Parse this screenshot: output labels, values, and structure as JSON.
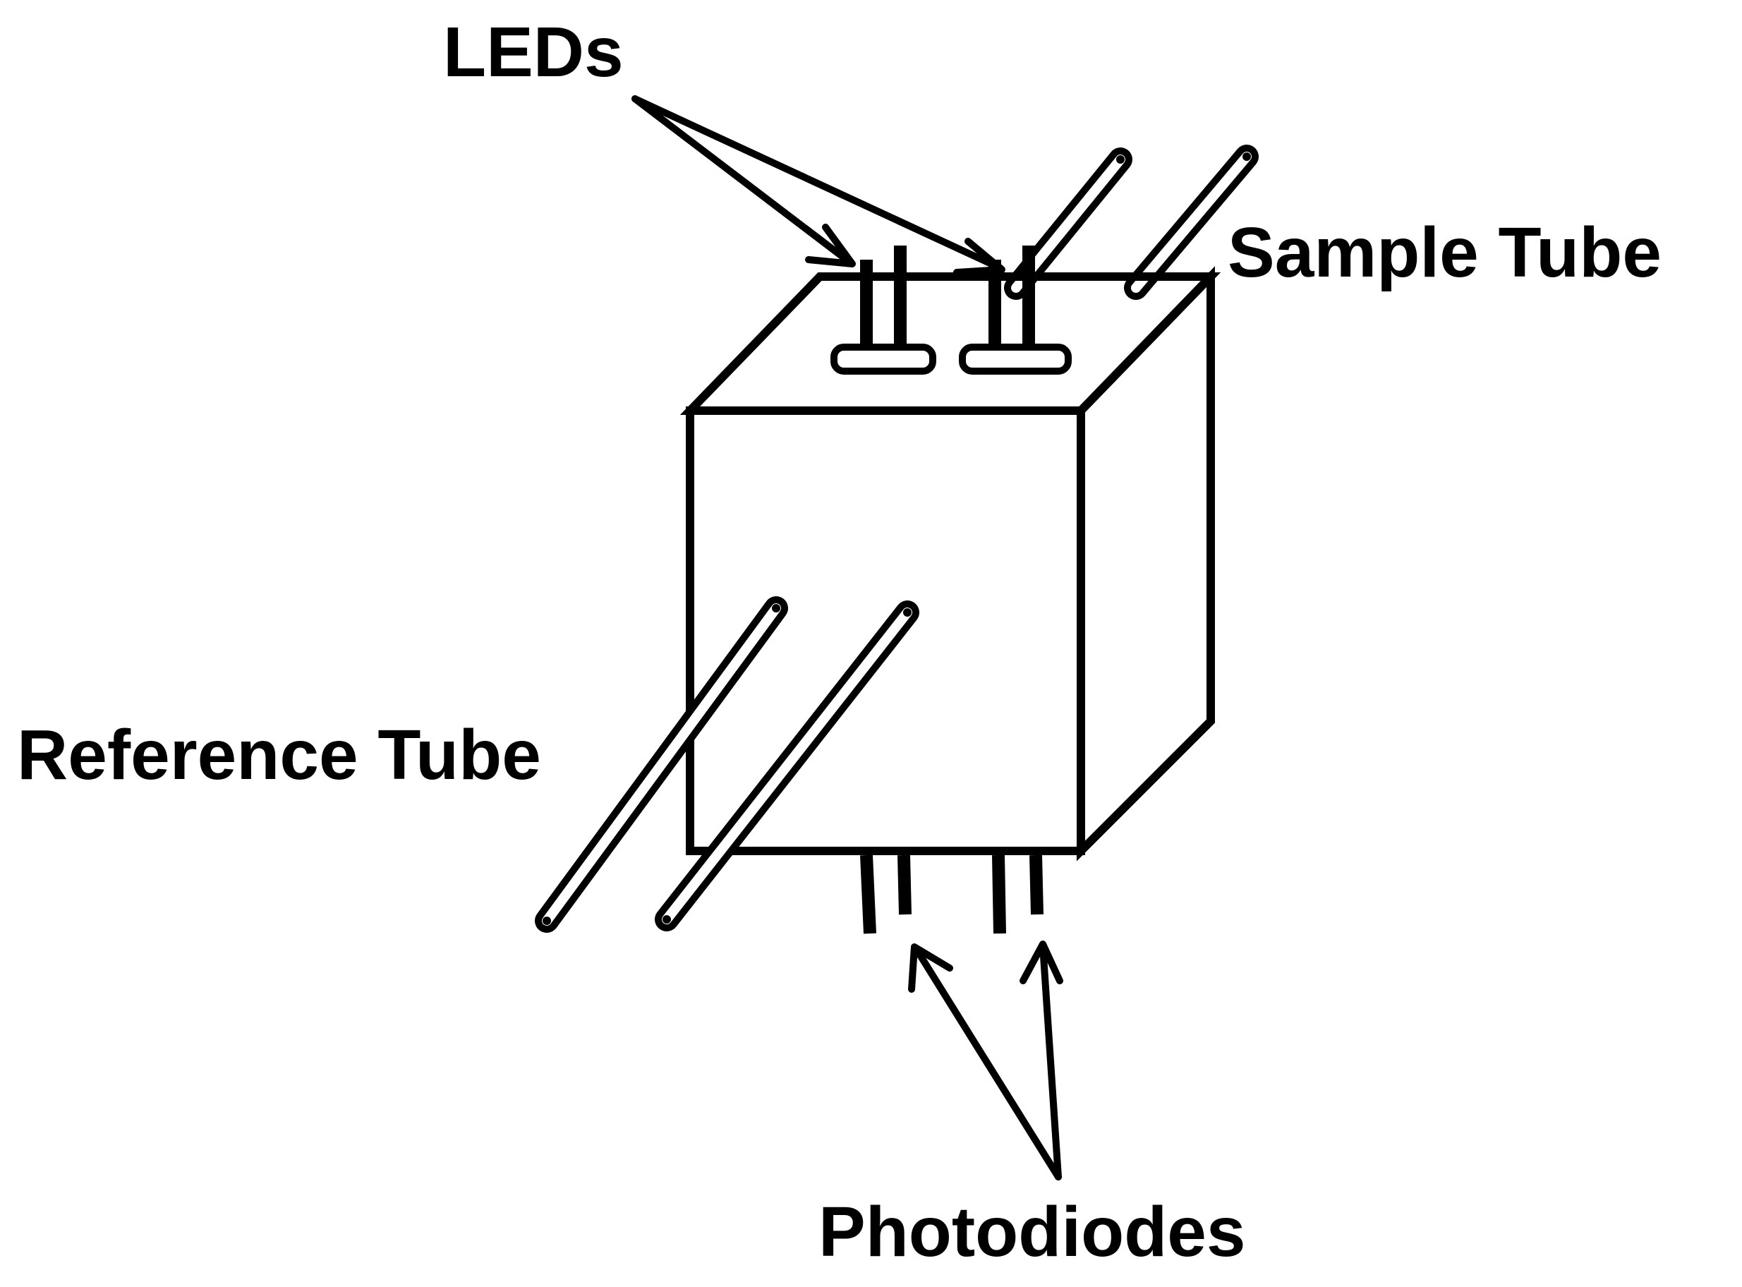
{
  "labels": {
    "leds": "LEDs",
    "sample_tube": "Sample Tube",
    "reference_tube": "Reference Tube",
    "photodiodes": "Photodiodes"
  },
  "colors": {
    "stroke": "#000000",
    "side_face": "#d3d3d3",
    "background": "#ffffff"
  }
}
